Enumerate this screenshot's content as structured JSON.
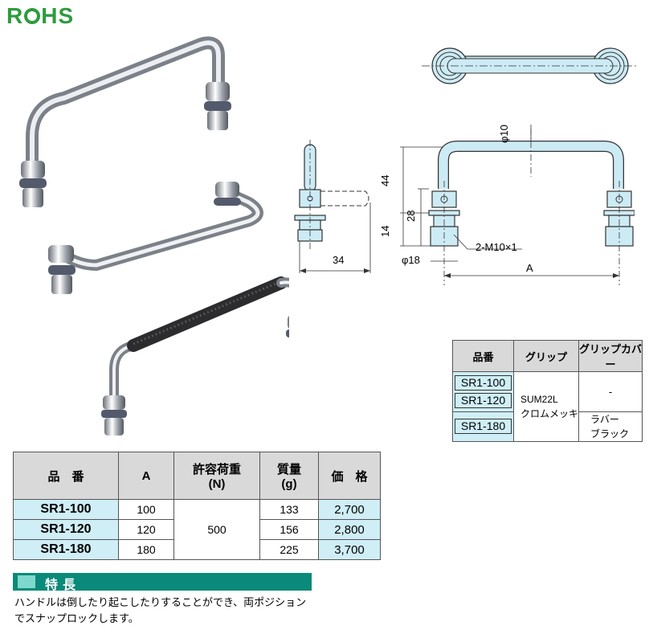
{
  "logo": {
    "text_pre": "R",
    "text_post": "HS"
  },
  "dims": {
    "d10": "φ10",
    "h44": "44",
    "h28": "28",
    "h14": "14",
    "d18": "φ18",
    "m10": "2-M10×1",
    "a": "A",
    "w34": "34"
  },
  "spec_table": {
    "headers": [
      "品番",
      "グリップ",
      "グリップカバー"
    ],
    "parts": [
      "SR1-100",
      "SR1-120",
      "SR1-180"
    ],
    "grip_line1": "SUM22L",
    "grip_line2": "クロムメッキ",
    "cover_top": "-",
    "cover_line1": "ラバー",
    "cover_line2": "ブラック"
  },
  "main_table": {
    "headers": [
      "品　番",
      "A",
      "許容荷重\n(N)",
      "質量\n(g)",
      "価　格"
    ],
    "h_load1": "許容荷重",
    "h_load2": "(N)",
    "h_mass1": "質量",
    "h_mass2": "(g)",
    "load": "500",
    "rows": [
      {
        "part": "SR1-100",
        "a": "100",
        "mass": "133",
        "price": "2,700"
      },
      {
        "part": "SR1-120",
        "a": "120",
        "mass": "156",
        "price": "2,800"
      },
      {
        "part": "SR1-180",
        "a": "180",
        "mass": "225",
        "price": "3,700"
      }
    ]
  },
  "features": {
    "title": "特長",
    "line1": "ハンドルは倒したり起こしたりすることができ、両ポジション",
    "line2": "でスナップロックします。"
  },
  "colors": {
    "logo": "#2e9b3e",
    "feature_bar": "#0a8a7a",
    "highlight": "#cfeef6",
    "header": "#d9d9d9"
  }
}
